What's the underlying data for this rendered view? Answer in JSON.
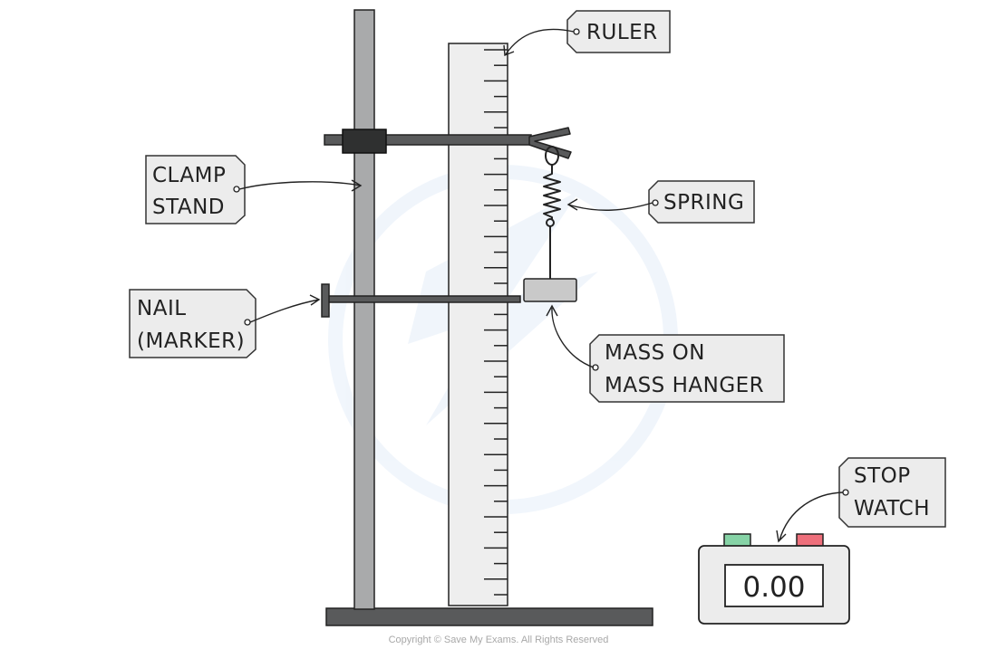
{
  "labels": {
    "ruler": [
      "RULER"
    ],
    "clamp_stand": [
      "CLAMP",
      "STAND"
    ],
    "spring": [
      "SPRING"
    ],
    "nail_marker": [
      "NAIL",
      "(MARKER)"
    ],
    "mass_hanger": [
      "MASS  ON",
      "MASS  HANGER"
    ],
    "stop_watch": [
      "STOP",
      "WATCH"
    ]
  },
  "stopwatch": {
    "display": "0.00",
    "button_left_color": "#86d3a6",
    "button_right_color": "#ee6f7b"
  },
  "copyright": "Copyright © Save My Exams. All Rights Reserved",
  "colors": {
    "rod": "#a9aaab",
    "bar": "#595a5b",
    "clamp_block": "#2f3030",
    "ruler": "#eeeeee",
    "mass": "#c9c9c9"
  }
}
